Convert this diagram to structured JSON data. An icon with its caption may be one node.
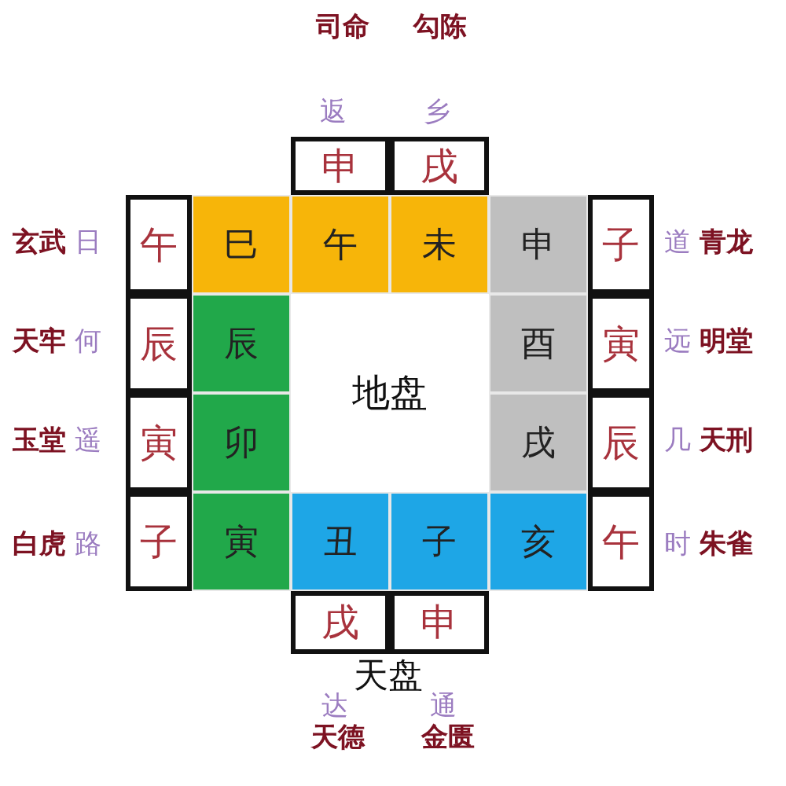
{
  "diagram": {
    "nodes": [
      {
        "text": [
          "申"
        ]
      },
      {
        "text": [
          "戌"
        ]
      },
      {
        "text": [
          "午"
        ]
      },
      {
        "text": [
          "巳"
        ]
      },
      {
        "text": [
          "午"
        ]
      },
      {
        "text": [
          "未"
        ]
      },
      {
        "text": [
          "申"
        ]
      },
      {
        "text": [
          "子"
        ]
      },
      {
        "text": [
          "辰"
        ]
      },
      {
        "text": [
          "辰"
        ]
      },
      {
        "text": [
          "地盘"
        ]
      },
      {
        "text": [
          "酉"
        ]
      },
      {
        "text": [
          "寅"
        ]
      },
      {
        "text": [
          "寅"
        ]
      },
      {
        "text": [
          "卯"
        ]
      },
      {
        "text": [
          "戌"
        ]
      },
      {
        "text": [
          "辰"
        ]
      },
      {
        "text": [
          "子"
        ]
      },
      {
        "text": [
          "寅"
        ]
      },
      {
        "text": [
          "丑"
        ]
      },
      {
        "text": [
          "子"
        ]
      },
      {
        "text": [
          "亥"
        ]
      },
      {
        "text": [
          "午"
        ]
      },
      {
        "text": [
          "戌"
        ]
      },
      {
        "text": [
          "申"
        ]
      }
    ],
    "labels": [
      "司命",
      "勾陈",
      "返",
      "乡",
      "玄武",
      "日",
      "道",
      "青龙",
      "天牢",
      "何",
      "远",
      "明堂",
      "玉堂",
      "遥",
      "几",
      "天刑",
      "白虎",
      "路",
      "时",
      "朱雀",
      "天盘",
      "达",
      "通",
      "天德",
      "金匮"
    ]
  }
}
